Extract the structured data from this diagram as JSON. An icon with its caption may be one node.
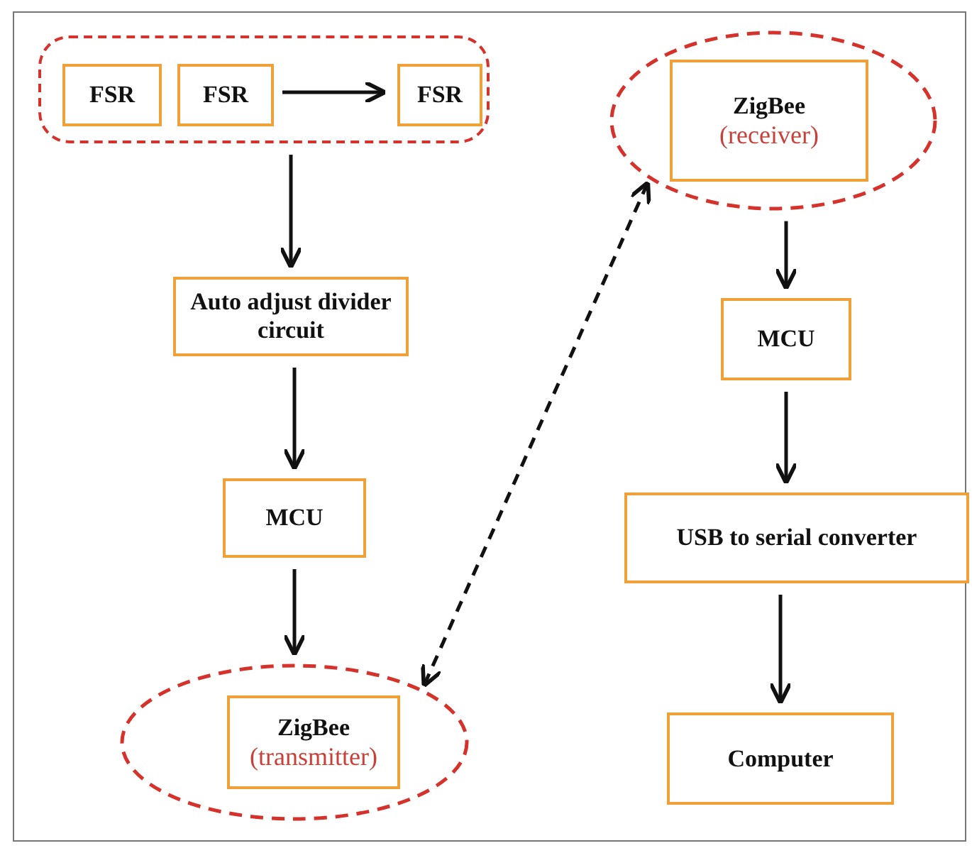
{
  "diagram": {
    "nodes": [
      {
        "text": [],
        "shape": "box"
      },
      {
        "text": [
          "FSR"
        ],
        "in": 0
      },
      {
        "text": [
          "FSR"
        ],
        "in": 0
      },
      {
        "text": [
          "FSR"
        ],
        "in": 0
      },
      {
        "text": [
          "Auto adjust divider circuit"
        ]
      },
      {
        "text": [
          "MCU"
        ]
      },
      {
        "text": [],
        "shape": "ellipse"
      },
      {
        "text": [
          "ZigBee",
          "(transmitter)"
        ],
        "in": 6
      },
      {
        "text": [],
        "shape": "ellipse"
      },
      {
        "text": [
          "ZigBee",
          "(receiver)"
        ],
        "in": 8
      },
      {
        "text": [
          "MCU"
        ]
      },
      {
        "text": [
          "USB to serial converter"
        ]
      },
      {
        "text": [
          "Computer"
        ]
      }
    ],
    "edges": [
      {
        "from": 2,
        "to": 3,
        "arrow": "to"
      },
      {
        "from": 0,
        "to": 4,
        "arrow": "to"
      },
      {
        "from": 4,
        "to": 5,
        "arrow": "to"
      },
      {
        "from": 5,
        "to": 6,
        "arrow": "to"
      },
      {
        "from": 6,
        "to": 8,
        "arrow": "both",
        "style": "dashed"
      },
      {
        "from": 8,
        "to": 10,
        "arrow": "to"
      },
      {
        "from": 10,
        "to": 11,
        "arrow": "to"
      },
      {
        "from": 11,
        "to": 12,
        "arrow": "to"
      }
    ]
  }
}
